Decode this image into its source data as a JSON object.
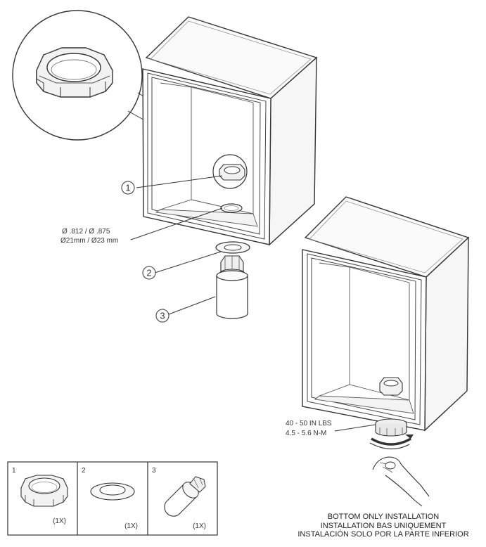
{
  "callouts": {
    "one": "1",
    "two": "2",
    "three": "3"
  },
  "hole_dims": {
    "line1_sym_a": "Ø",
    "line1_a": ".812",
    "line1_sep": "/",
    "line1_sym_b": "Ø",
    "line1_b": ".875",
    "line2_sym_a": "Ø",
    "line2_a": "21mm",
    "line2_sep": "/",
    "line2_sym_b": "Ø",
    "line2_b": "23 mm"
  },
  "torque": {
    "imperial": "40 - 50 IN LBS",
    "metric": "4.5 - 5.6 N-M"
  },
  "parts": [
    {
      "number": "1",
      "qty": "(1X)",
      "icon": "locknut-icon"
    },
    {
      "number": "2",
      "qty": "(1X)",
      "icon": "washer-icon"
    },
    {
      "number": "3",
      "qty": "(1X)",
      "icon": "connector-icon"
    }
  ],
  "caption": {
    "en": "BOTTOM ONLY INSTALLATION",
    "fr": "INSTALLATION BAS UNIQUEMENT",
    "es": "INSTALACIÓN SOLO POR LA PARTE INFERIOR"
  }
}
